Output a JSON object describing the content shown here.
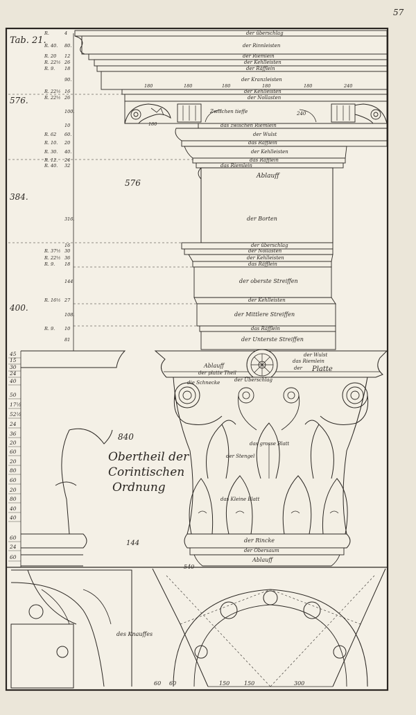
{
  "page_number": "57",
  "plate_label": "Tab. 21.",
  "title_lines": [
    "Obertheil der",
    "Corintischen",
    "Ordnung"
  ],
  "left_totals": {
    "cornice": "576.",
    "frieze": "384.",
    "architrave": "400."
  },
  "center_numbers": {
    "cornice_width": "576",
    "capital_width": "840",
    "neck_width": "144"
  },
  "cornice_labels": [
    {
      "text": "der überschlag",
      "m": "R.",
      "a": "",
      "b": "4"
    },
    {
      "text": "der Rinnleisten",
      "m": "R.",
      "a": "40.",
      "b": "80."
    },
    {
      "text": "der Riemlein",
      "m": "R.",
      "a": "20",
      "b": "12"
    },
    {
      "text": "der Kehlleisten",
      "m": "R.",
      "a": "22½",
      "b": "26"
    },
    {
      "text": "der Räfflein",
      "m": "R.",
      "a": "9.",
      "b": "18"
    },
    {
      "text": "der Kranzleisten",
      "m": "",
      "a": "",
      "b": "90."
    },
    {
      "text": "der Kehlleisten",
      "m": "R.",
      "a": "22½",
      "b": "16"
    },
    {
      "text": "der Nollasten",
      "m": "R.",
      "a": "22½",
      "b": "26"
    },
    {
      "text": "Zwischen tieffe",
      "m": "",
      "a": "",
      "b": "100."
    },
    {
      "text": "das zwischen Riemlein",
      "m": "",
      "a": "",
      "b": "10"
    },
    {
      "text": "der Wulst",
      "m": "R.",
      "a": "62",
      "b": "60."
    },
    {
      "text": "das Räfflein",
      "m": "R.",
      "a": "10.",
      "b": "20"
    },
    {
      "text": "der Kehlleisten",
      "m": "R.",
      "a": "30.",
      "b": "40."
    },
    {
      "text": "das Räfflein",
      "m": "R.",
      "a": "12.",
      "b": "24"
    },
    {
      "text": "das Riemlein",
      "m": "R.",
      "a": "40.",
      "b": "32"
    },
    {
      "text": "Ablauff",
      "m": "",
      "a": "",
      "b": ""
    }
  ],
  "frieze_labels": [
    {
      "text": "der Borten",
      "m": "",
      "a": "",
      "b": "316."
    }
  ],
  "architrave_labels": [
    {
      "text": "der überschlag",
      "m": "",
      "a": "",
      "b": "16"
    },
    {
      "text": "der Nollasten",
      "m": "R.",
      "a": "37½",
      "b": "30"
    },
    {
      "text": "der Kehlleisten",
      "m": "R.",
      "a": "22½",
      "b": "36"
    },
    {
      "text": "das Räfflein",
      "m": "R.",
      "a": "9.",
      "b": "18"
    },
    {
      "text": "der oberste Streiffen",
      "m": "",
      "a": "",
      "b": "144"
    },
    {
      "text": "der Kehlleisten",
      "m": "R.",
      "a": "16½",
      "b": "27"
    },
    {
      "text": "der Mittlere Streiffen",
      "m": "",
      "a": "",
      "b": "108."
    },
    {
      "text": "das Räfflein",
      "m": "R.",
      "a": "9.",
      "b": "10"
    },
    {
      "text": "der Unterste Streiffen",
      "m": "",
      "a": "",
      "b": "81"
    }
  ],
  "capital_labels": {
    "wulst": "der Wulst",
    "riemlein": "das Riemlein",
    "ablauff": "Ablauff",
    "platte_theil": "der platte Theil",
    "der": "der",
    "platte": "Platte",
    "ueberschlag": "der Überschlag",
    "schnecke": "die Schnecke",
    "grosse_blatt": "das grosse Blatt",
    "kleine_blatt": "das Kleine Blatt",
    "stengel": "der Stengel",
    "rincke": "der Rincke",
    "obersaum": "der Obersaum",
    "ablauff_bottom": "Ablauff",
    "knauffes": "des Knauffes"
  },
  "capital_numbers": [
    "45",
    "15",
    "30",
    "24",
    "40",
    "50",
    "17½",
    "52½",
    "24",
    "36",
    "20",
    "60",
    "20",
    "80",
    "60",
    "20",
    "80",
    "40",
    "40",
    "60",
    "24",
    "60"
  ],
  "plan_numbers": {
    "top": "540",
    "b1": "60",
    "b2": "60",
    "b3": "150",
    "b4": "150",
    "b5": "300"
  },
  "modillion_numbers": {
    "m1": "180",
    "m2": "180",
    "m3": "180",
    "m4": "180",
    "m5": "180",
    "m6": "240",
    "m7": "240",
    "m8": "180"
  }
}
